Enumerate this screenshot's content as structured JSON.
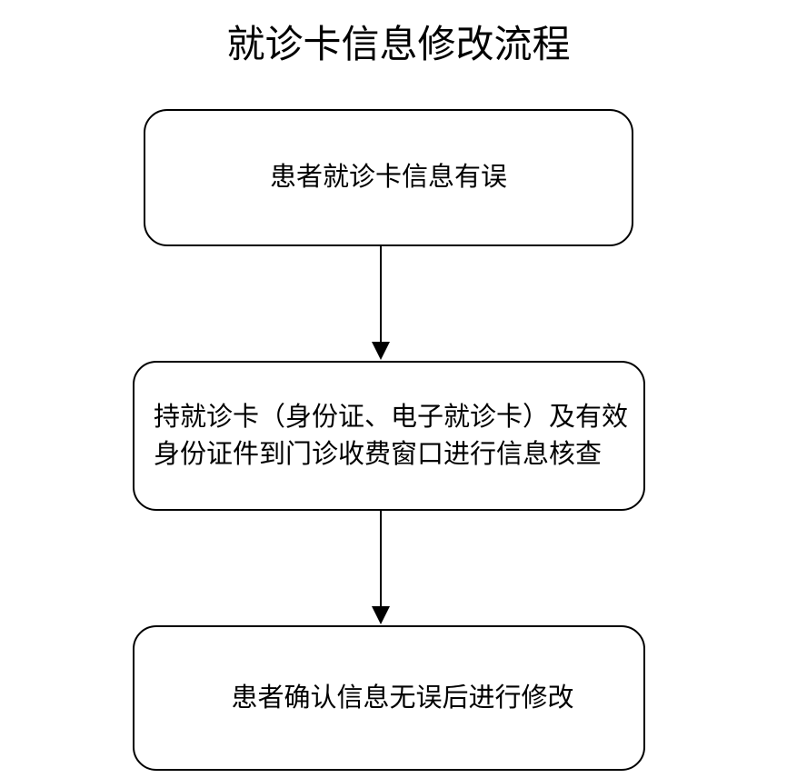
{
  "flowchart": {
    "title": "就诊卡信息修改流程",
    "nodes": [
      {
        "id": "patient-card-info-error",
        "lines": [
          "患者就诊卡信息有误"
        ]
      },
      {
        "id": "verify-info-at-outpatient-fee-window",
        "lines": [
          "持就诊卡（身份证、电子就诊卡）及有效",
          "身份证件到门诊收费窗口进行信息核查"
        ]
      },
      {
        "id": "confirm-then-modify",
        "lines": [
          "患者确认信息无误后进行修改"
        ]
      }
    ],
    "connectors": [
      {
        "from": "patient-card-info-error",
        "to": "verify-info-at-outpatient-fee-window",
        "type": "arrow-down"
      },
      {
        "from": "verify-info-at-outpatient-fee-window",
        "to": "confirm-then-modify",
        "type": "arrow-down"
      }
    ],
    "colors": {
      "background": "#ffffff",
      "node_border": "#000000",
      "text": "#000000",
      "arrow": "#000000"
    }
  }
}
